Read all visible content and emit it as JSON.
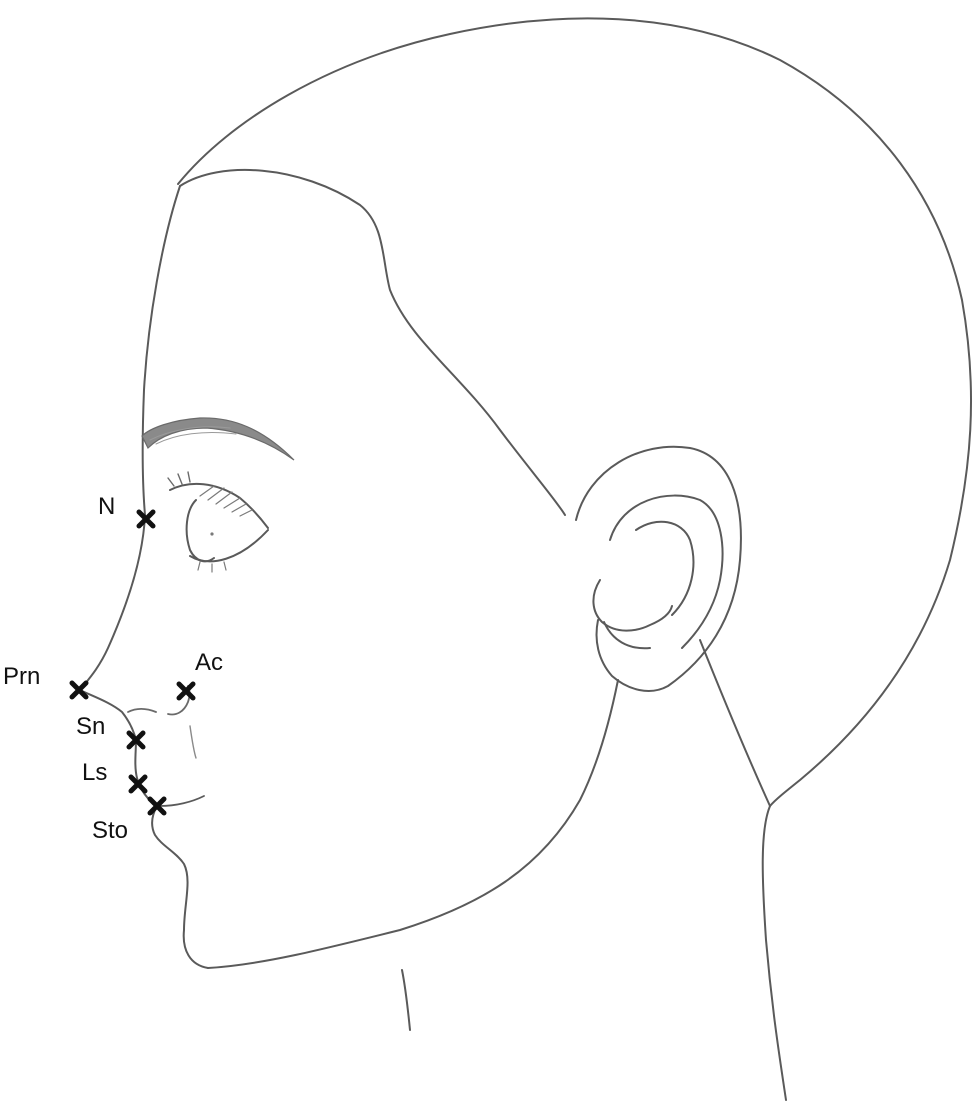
{
  "colors": {
    "line": "#5a5a5a",
    "shade": "#7a7a7a",
    "marker": "#111111",
    "background": "#ffffff"
  },
  "landmarks": [
    {
      "id": "n",
      "label": "N"
    },
    {
      "id": "prn",
      "label": "Prn"
    },
    {
      "id": "ac",
      "label": "Ac"
    },
    {
      "id": "sn",
      "label": "Sn"
    },
    {
      "id": "ls",
      "label": "Ls"
    },
    {
      "id": "sto",
      "label": "Sto"
    }
  ]
}
